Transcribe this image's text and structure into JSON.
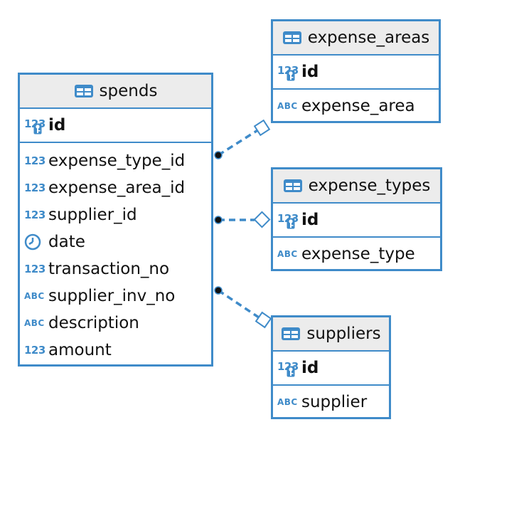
{
  "tables": {
    "spends": {
      "name": "spends",
      "pk": "id",
      "columns": [
        {
          "name": "expense_type_id",
          "type_icon": "123"
        },
        {
          "name": "expense_area_id",
          "type_icon": "123"
        },
        {
          "name": "supplier_id",
          "type_icon": "123"
        },
        {
          "name": "date",
          "type_icon": "clock-icon"
        },
        {
          "name": "transaction_no",
          "type_icon": "123"
        },
        {
          "name": "supplier_inv_no",
          "type_icon": "ABC"
        },
        {
          "name": "description",
          "type_icon": "ABC"
        },
        {
          "name": "amount",
          "type_icon": "123"
        }
      ]
    },
    "expense_areas": {
      "name": "expense_areas",
      "pk": "id",
      "columns": [
        {
          "name": "expense_area",
          "type_icon": "ABC"
        }
      ]
    },
    "expense_types": {
      "name": "expense_types",
      "pk": "id",
      "columns": [
        {
          "name": "expense_type",
          "type_icon": "ABC"
        }
      ]
    },
    "suppliers": {
      "name": "suppliers",
      "pk": "id",
      "columns": [
        {
          "name": "supplier",
          "type_icon": "ABC"
        }
      ]
    }
  },
  "icons": {
    "table": "table-icon",
    "numeric": "123",
    "text": "ABC",
    "primary_key": "key-icon",
    "date": "clock-icon"
  },
  "relationships": [
    {
      "from": "spends",
      "to": "expense_areas"
    },
    {
      "from": "spends",
      "to": "expense_types"
    },
    {
      "from": "spends",
      "to": "suppliers"
    }
  ],
  "colors": {
    "accent": "#3f8bc9",
    "header_bg": "#ececec"
  }
}
